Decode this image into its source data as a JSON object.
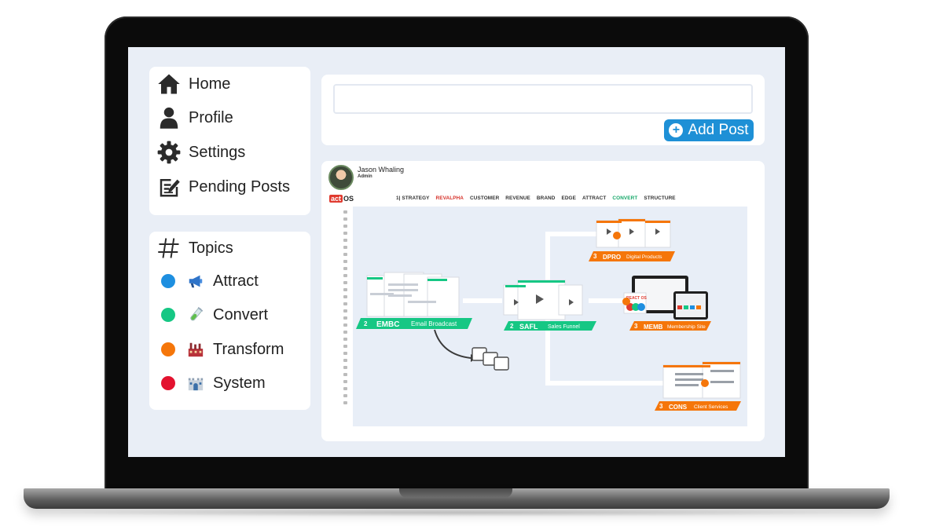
{
  "nav": {
    "items": [
      {
        "label": "Home",
        "icon": "home-icon"
      },
      {
        "label": "Profile",
        "icon": "user-icon"
      },
      {
        "label": "Settings",
        "icon": "gear-icon"
      },
      {
        "label": "Pending Posts",
        "icon": "edit-icon"
      }
    ]
  },
  "topics": {
    "title": "Topics",
    "items": [
      {
        "label": "Attract",
        "color": "#1e8fe0",
        "icon": "megaphone-icon"
      },
      {
        "label": "Convert",
        "color": "#16c784",
        "icon": "test-tube-icon"
      },
      {
        "label": "Transform",
        "color": "#f5760a",
        "icon": "factory-icon"
      },
      {
        "label": "System",
        "color": "#e3122f",
        "icon": "castle-icon"
      }
    ]
  },
  "composer": {
    "placeholder": "",
    "add_label": "Add Post"
  },
  "post": {
    "author": "Jason Whaling",
    "role": "Admin",
    "image": {
      "logo_prefix": "act",
      "logo_suffix": "OS",
      "tabs": [
        "1| STRATEGY",
        "REVALPHA",
        "CUSTOMER",
        "REVENUE",
        "BRAND",
        "EDGE",
        "ATTRACT",
        "CONVERT",
        "STRUCTURE"
      ],
      "tab_colors": [
        "#333333",
        "#d6322a",
        "#333333",
        "#333333",
        "#333333",
        "#333333",
        "#333333",
        "#17a86a",
        "#333333"
      ],
      "nodes": [
        {
          "step": "2",
          "code": "EMBC",
          "title": "Email Broadcast",
          "color": "#16c784"
        },
        {
          "step": "2",
          "code": "SAFL",
          "title": "Sales Funnel",
          "color": "#16c784"
        },
        {
          "step": "3",
          "code": "DPRO",
          "title": "Digital Products",
          "color": "#f5760a"
        },
        {
          "step": "3",
          "code": "MEMB",
          "title": "Membership Site",
          "color": "#f5760a"
        },
        {
          "step": "3",
          "code": "CONS",
          "title": "Client Services",
          "color": "#f5760a"
        }
      ],
      "mini_logo": "REACT OS"
    }
  }
}
